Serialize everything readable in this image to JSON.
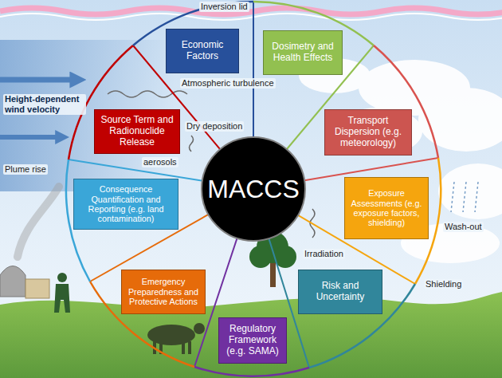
{
  "diagram": {
    "nodes": [
      {
        "text": [
          "MACCS"
        ]
      },
      {
        "text": [
          "Economic Factors"
        ]
      },
      {
        "text": [
          "Dosimetry and Health Effects"
        ]
      },
      {
        "text": [
          "Transport Dispersion (e.g. meteorology)"
        ]
      },
      {
        "text": [
          "Exposure Assessments (e.g. exposure factors, shielding)"
        ]
      },
      {
        "text": [
          "Risk and Uncertainty"
        ]
      },
      {
        "text": [
          "Regulatory Framework (e.g. SAMA)"
        ]
      },
      {
        "text": [
          "Emergency Preparedness and Protective Actions"
        ]
      },
      {
        "text": [
          "Consequence Quantification and Reporting (e.g. land contamination)"
        ]
      },
      {
        "text": [
          "Source Term and Radionuclide Release"
        ]
      }
    ],
    "labels": [
      "Inversion lid",
      "Atmospheric turbulence",
      "Height-dependent wind velocity",
      "Dry deposition",
      "aerosols",
      "Plume rise",
      "Wash-out",
      "Irradiation",
      "Shielding"
    ]
  }
}
